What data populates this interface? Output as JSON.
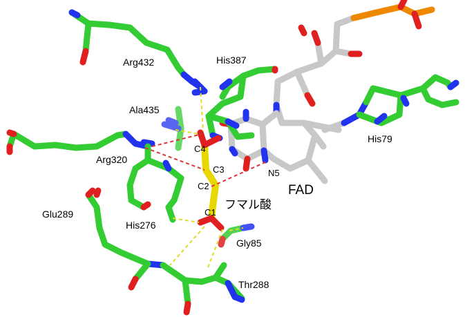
{
  "residues": {
    "arg432": "Arg432",
    "his387": "His387",
    "ala435": "Ala435",
    "arg320": "Arg320",
    "his79": "His79",
    "glu289": "Glu289",
    "his276": "His276",
    "gly85": "Gly85",
    "thr288": "Thr288"
  },
  "ligand_atoms": {
    "c1": "C1",
    "c2": "C2",
    "c3": "C3",
    "c4": "C4",
    "n5": "N5"
  },
  "names": {
    "fad": "FAD",
    "fumarate": "フマル酸"
  },
  "colors": {
    "carbon_protein": "#33cc33",
    "carbon_fad": "#c8c8c8",
    "carbon_fumarate": "#e8d800",
    "nitrogen": "#2233ee",
    "oxygen": "#e02020",
    "phosphorus": "#ee8800",
    "hbond": "#dddd22",
    "contact": "#dd3333"
  }
}
